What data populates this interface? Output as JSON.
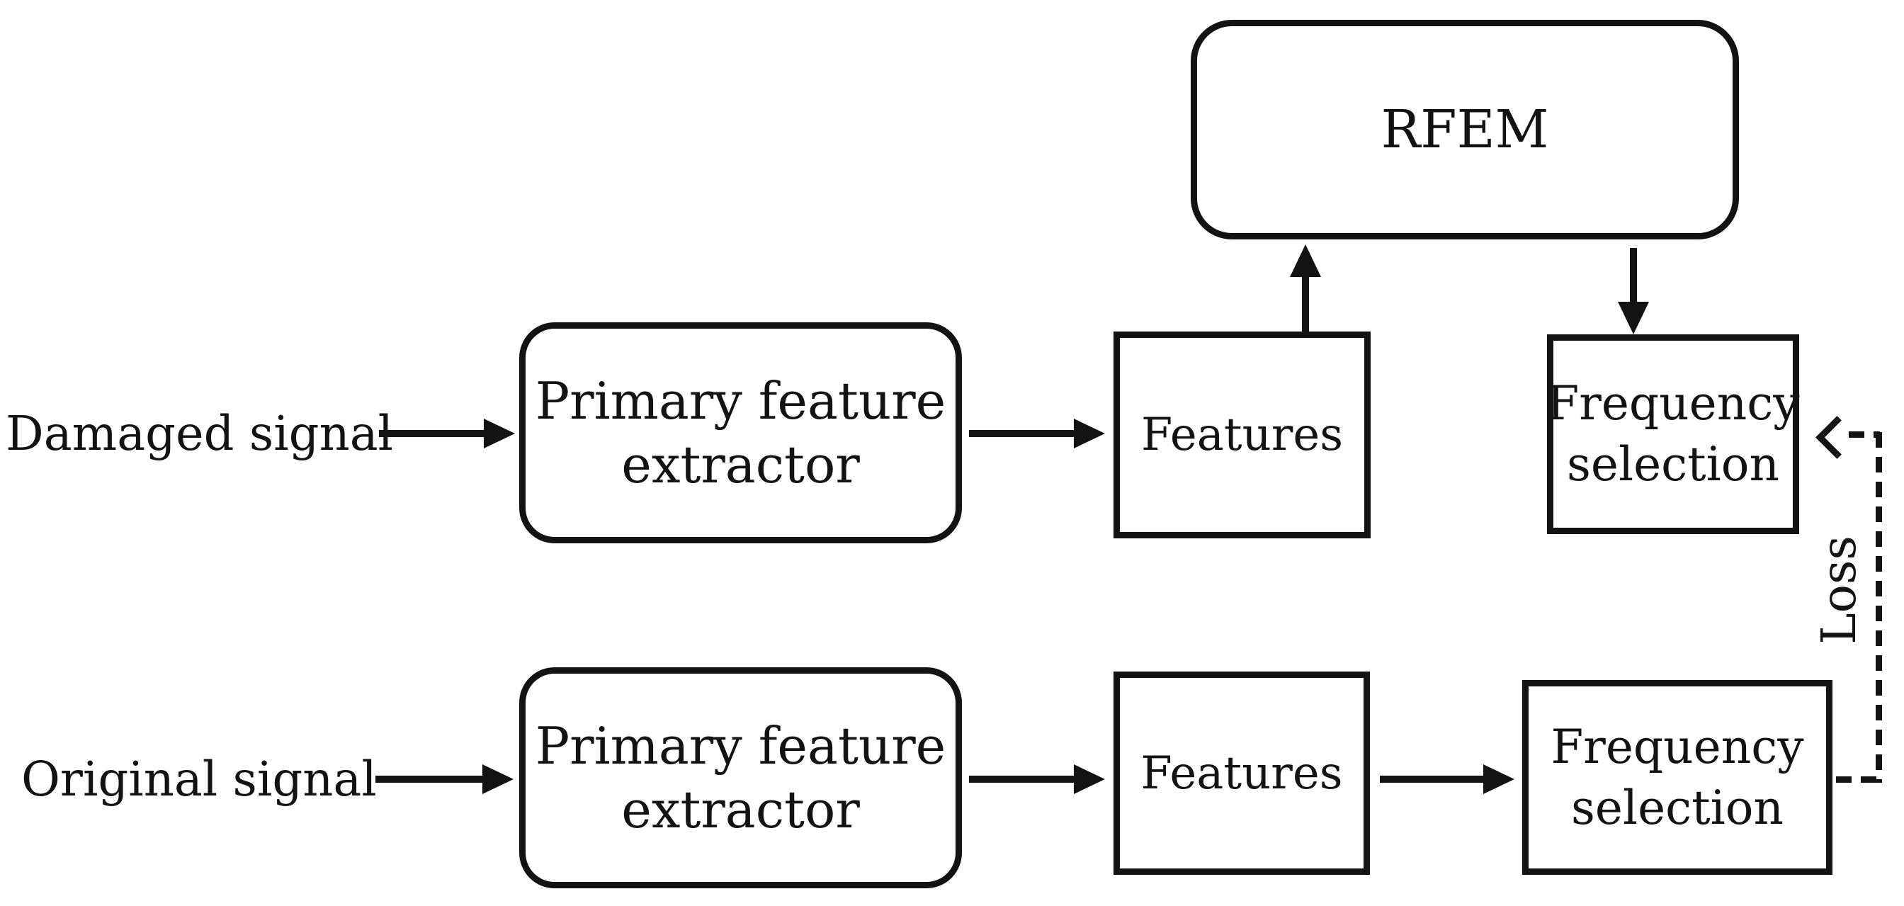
{
  "colors": {
    "background": "#ffffff",
    "stroke": "#131313",
    "text": "#131313"
  },
  "nodes": {
    "rfem": {
      "label": "RFEM"
    },
    "primary_extractor_top": {
      "label": "Primary feature extractor"
    },
    "features_top": {
      "label": "Features"
    },
    "frequency_selection_top": {
      "label": "Frequency selection"
    },
    "primary_extractor_bottom": {
      "label": "Primary feature extractor"
    },
    "features_bottom": {
      "label": "Features"
    },
    "frequency_selection_bottom": {
      "label": "Frequency selection"
    }
  },
  "labels": {
    "input_top": "Damaged signal",
    "input_bottom": "Original signal",
    "loss": "Loss"
  },
  "edges": [
    {
      "from": "input_top",
      "to": "primary_extractor_top",
      "style": "solid"
    },
    {
      "from": "primary_extractor_top",
      "to": "features_top",
      "style": "solid"
    },
    {
      "from": "features_top",
      "to": "rfem",
      "style": "solid"
    },
    {
      "from": "rfem",
      "to": "frequency_selection_top",
      "style": "solid"
    },
    {
      "from": "input_bottom",
      "to": "primary_extractor_bottom",
      "style": "solid"
    },
    {
      "from": "primary_extractor_bottom",
      "to": "features_bottom",
      "style": "solid"
    },
    {
      "from": "features_bottom",
      "to": "frequency_selection_bottom",
      "style": "solid"
    },
    {
      "from": "frequency_selection_bottom",
      "to": "frequency_selection_top",
      "style": "dashed",
      "label": "Loss"
    }
  ]
}
